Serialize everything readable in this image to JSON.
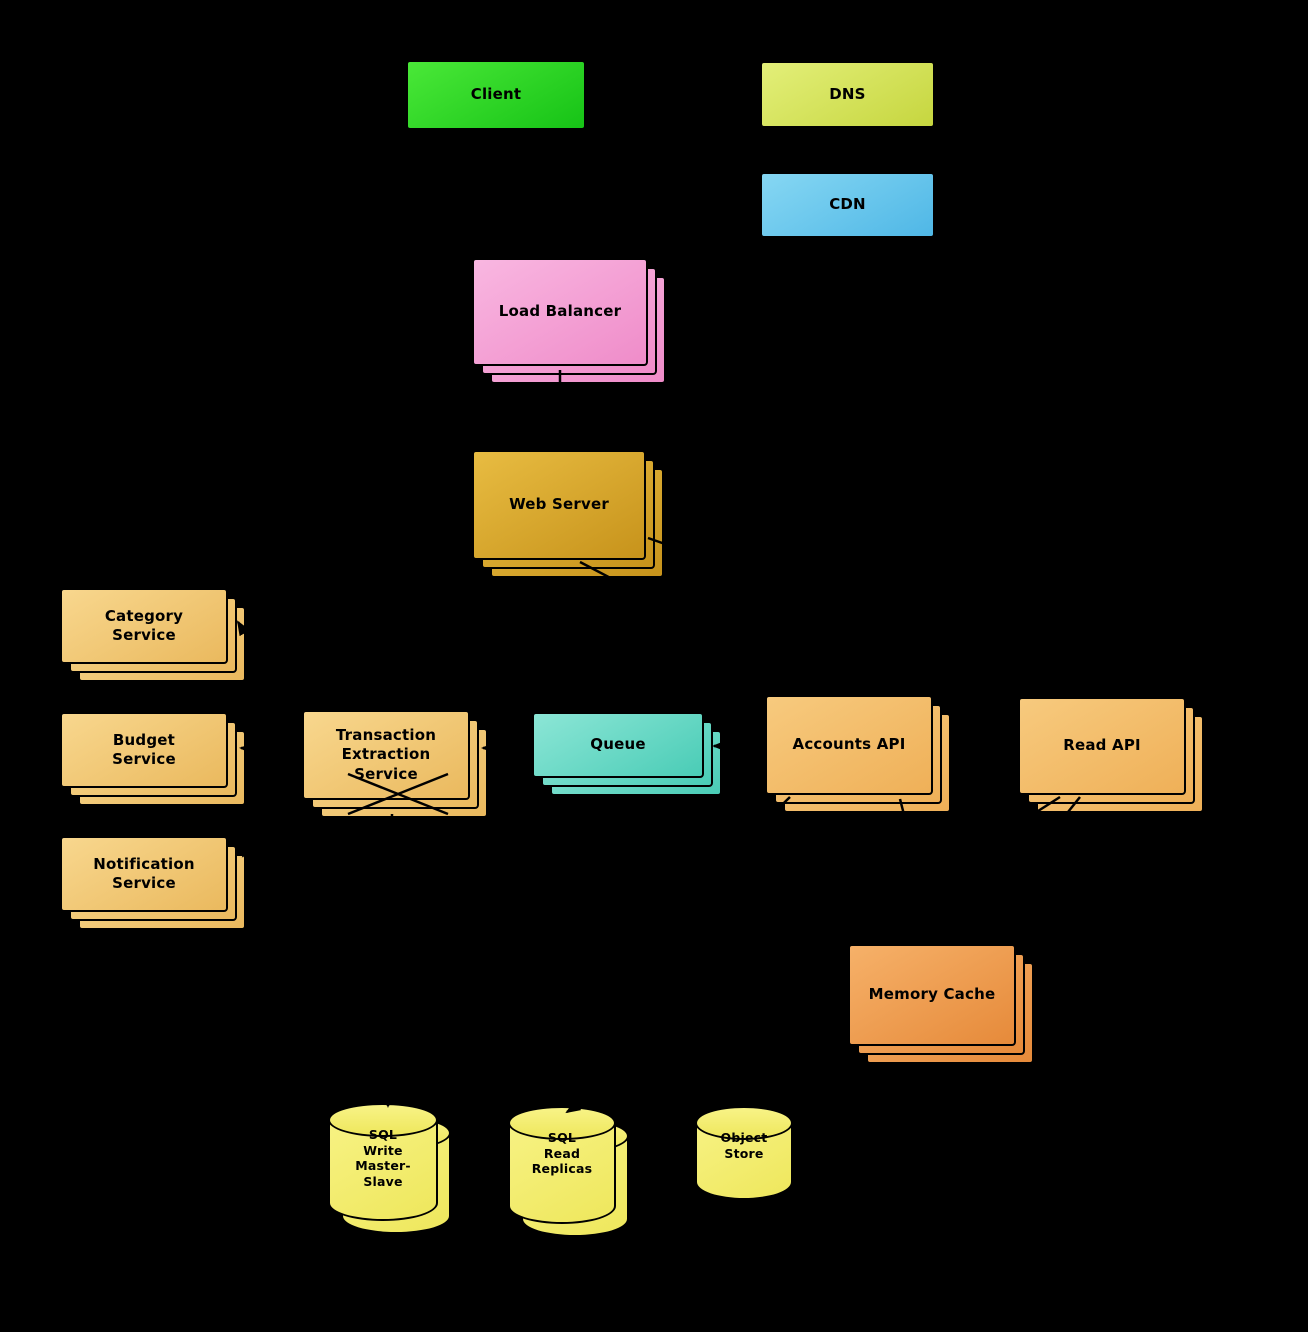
{
  "diagram": {
    "background_color": "#000000",
    "nodes": {
      "client": {
        "label": "Client",
        "color": "#2fd42f",
        "shape": "box",
        "stacked": false
      },
      "dns": {
        "label": "DNS",
        "color": "#d4e04f",
        "shape": "box",
        "stacked": false
      },
      "cdn": {
        "label": "CDN",
        "color": "#63c3ea",
        "shape": "box",
        "stacked": false
      },
      "load_balancer": {
        "label": "Load Balancer",
        "color": "#f59cd5",
        "shape": "box",
        "stacked": true
      },
      "web_server": {
        "label": "Web Server",
        "color": "#d8a429",
        "shape": "box",
        "stacked": true
      },
      "category_service": {
        "label": "Category\nService",
        "color": "#f2ca79",
        "shape": "box",
        "stacked": true
      },
      "budget_service": {
        "label": "Budget\nService",
        "color": "#f2ca79",
        "shape": "box",
        "stacked": true
      },
      "notification_service": {
        "label": "Notification\nService",
        "color": "#f2ca79",
        "shape": "box",
        "stacked": true
      },
      "transaction_extraction_service": {
        "label": "Transaction\nExtraction\nService",
        "color": "#f2ca79",
        "shape": "box",
        "stacked": true
      },
      "queue": {
        "label": "Queue",
        "color": "#67d8c5",
        "shape": "box",
        "stacked": true
      },
      "accounts_api": {
        "label": "Accounts API",
        "color": "#f3bd68",
        "shape": "box",
        "stacked": true
      },
      "read_api": {
        "label": "Read API",
        "color": "#f3bd68",
        "shape": "box",
        "stacked": true
      },
      "memory_cache": {
        "label": "Memory Cache",
        "color": "#ee9a4e",
        "shape": "box",
        "stacked": true
      },
      "sql_write_master_slave": {
        "label": "SQL\nWrite\nMaster-\nSlave",
        "color": "#f4ef6e",
        "shape": "cylinder",
        "stacked": true
      },
      "sql_read_replicas": {
        "label": "SQL\nRead\nReplicas",
        "color": "#f4ef6e",
        "shape": "cylinder",
        "stacked": true
      },
      "object_store": {
        "label": "Object\nStore",
        "color": "#f4ef6e",
        "shape": "cylinder",
        "stacked": false
      }
    },
    "edges": [
      {
        "from": "client",
        "to": "dns"
      },
      {
        "from": "client",
        "to": "cdn"
      },
      {
        "from": "client",
        "to": "load_balancer"
      },
      {
        "from": "load_balancer",
        "to": "web_server"
      },
      {
        "from": "web_server",
        "to": "accounts_api"
      },
      {
        "from": "web_server",
        "to": "read_api"
      },
      {
        "from": "accounts_api",
        "to": "queue"
      },
      {
        "from": "queue",
        "to": "transaction_extraction_service"
      },
      {
        "from": "transaction_extraction_service",
        "to": "category_service"
      },
      {
        "from": "transaction_extraction_service",
        "to": "budget_service"
      },
      {
        "from": "transaction_extraction_service",
        "to": "notification_service"
      },
      {
        "from": "transaction_extraction_service",
        "to": "sql_write_master_slave"
      },
      {
        "from": "accounts_api",
        "to": "sql_write_master_slave"
      },
      {
        "from": "accounts_api",
        "to": "memory_cache"
      },
      {
        "from": "read_api",
        "to": "memory_cache"
      },
      {
        "from": "read_api",
        "to": "sql_read_replicas"
      }
    ]
  }
}
